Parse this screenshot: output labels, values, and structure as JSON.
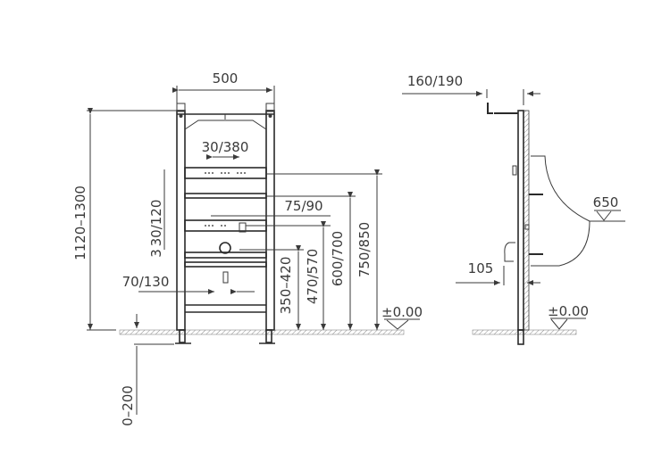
{
  "front_view": {
    "width_label": "500",
    "total_height_label": "1120–1300",
    "spacing_top_label": "30/380",
    "offset_label": "75/90",
    "vertical_adjust_label": "30/120",
    "small_offset_label": "3",
    "drain_spacing_label": "70/130",
    "height_labels": [
      "350–420",
      "470/570",
      "600/700",
      "750/850"
    ],
    "floor_level_label": "±0.00",
    "foot_adjust_label": "0–200"
  },
  "side_view": {
    "depth_label": "160/190",
    "rim_height_label": "650",
    "wall_offset_label": "105",
    "floor_level_label": "±0.00"
  },
  "colors": {
    "line": "#3a3a3a",
    "hatch": "#8a8a8a",
    "background": "#ffffff"
  }
}
